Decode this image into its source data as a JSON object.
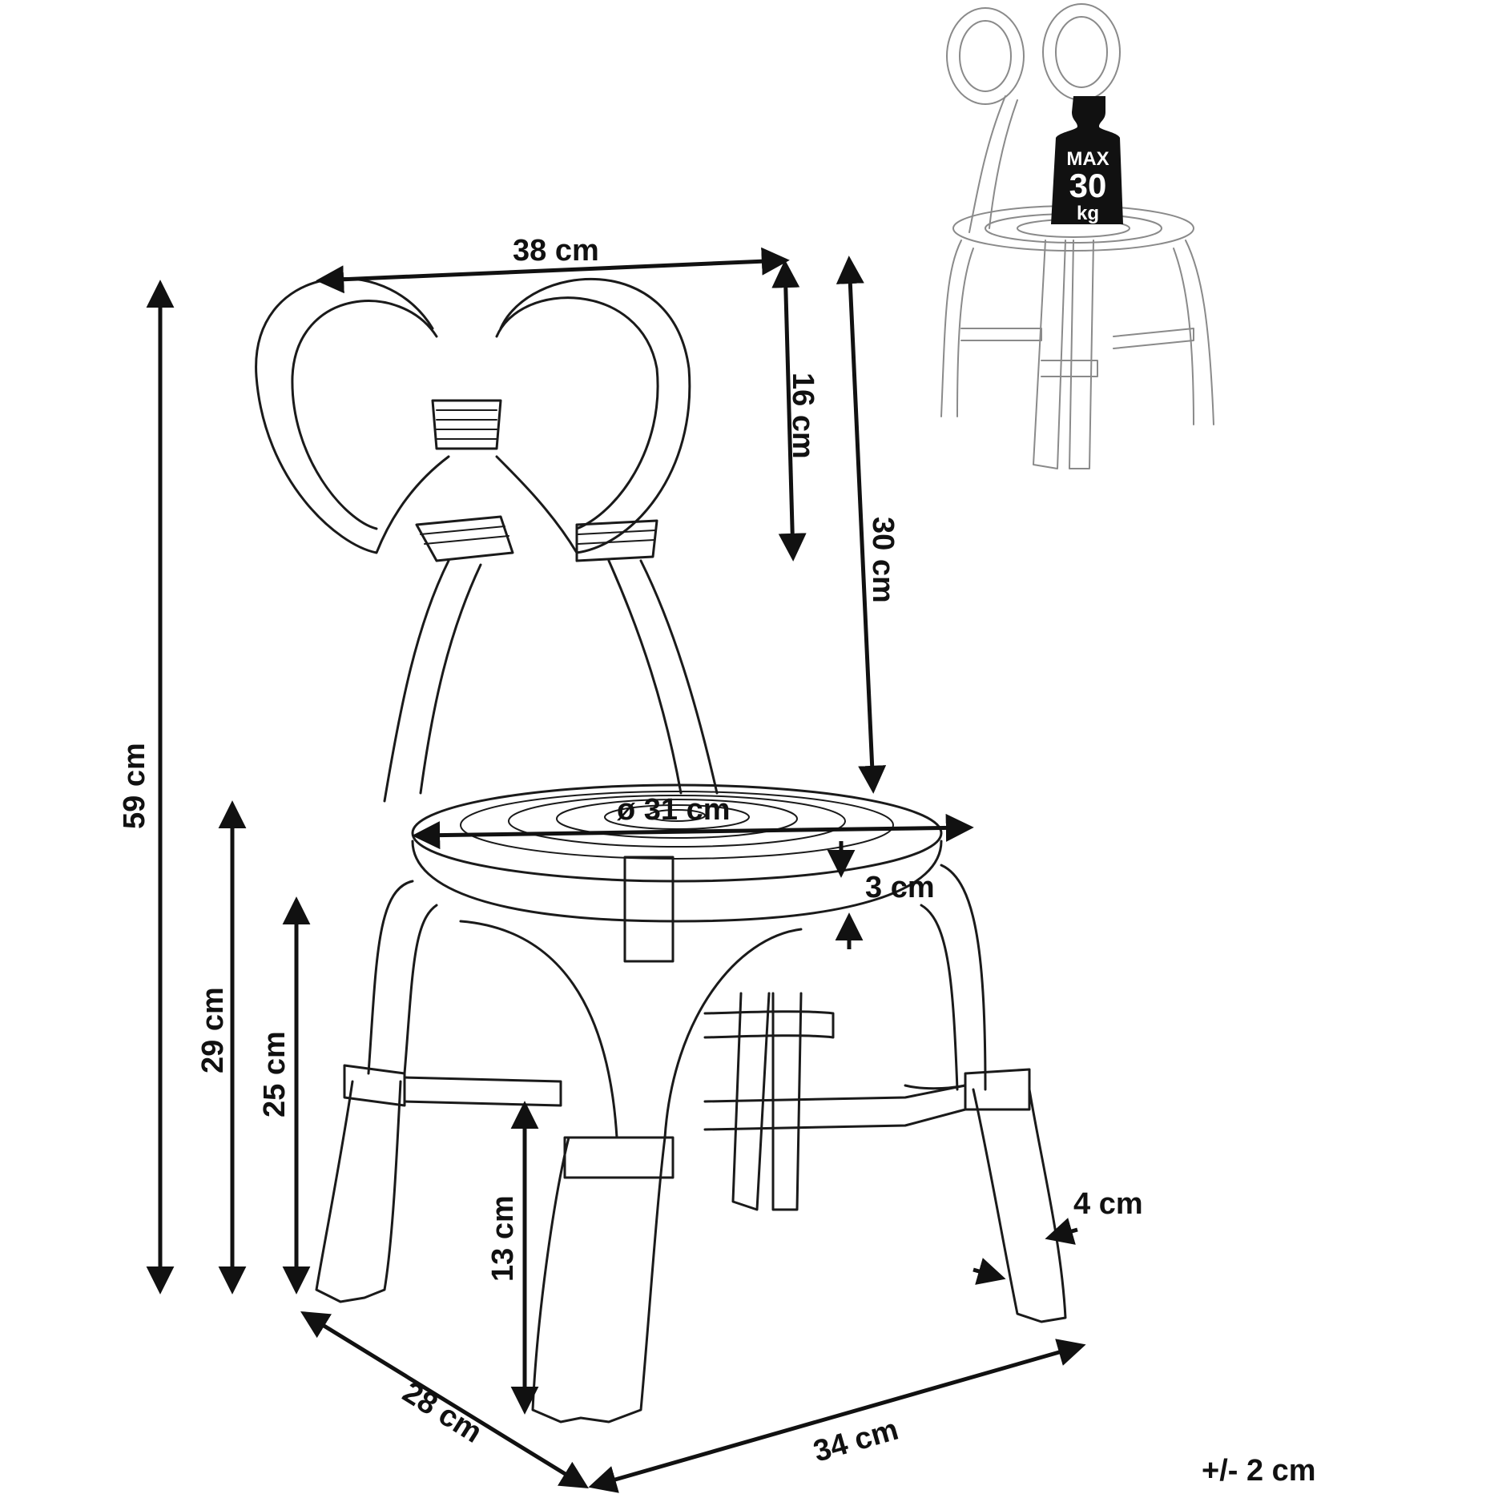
{
  "dimensions": {
    "width_top": "38 cm",
    "backrest_loop_height": "16 cm",
    "backrest_height": "30 cm",
    "total_height": "59 cm",
    "seat_height_29": "29 cm",
    "seat_height_25": "25 cm",
    "seat_diameter": "ø 31 cm",
    "seat_thickness": "3 cm",
    "stretcher_height": "13 cm",
    "leg_thickness": "4 cm",
    "depth": "28 cm",
    "width_bottom": "34 cm"
  },
  "max_load": {
    "line1": "MAX",
    "line2": "30",
    "line3": "kg"
  },
  "tolerance": "+/- 2 cm",
  "colors": {
    "line": "#1a1a1a",
    "ghost": "#8a8a8a",
    "weight_fill": "#111111",
    "background": "#ffffff"
  }
}
